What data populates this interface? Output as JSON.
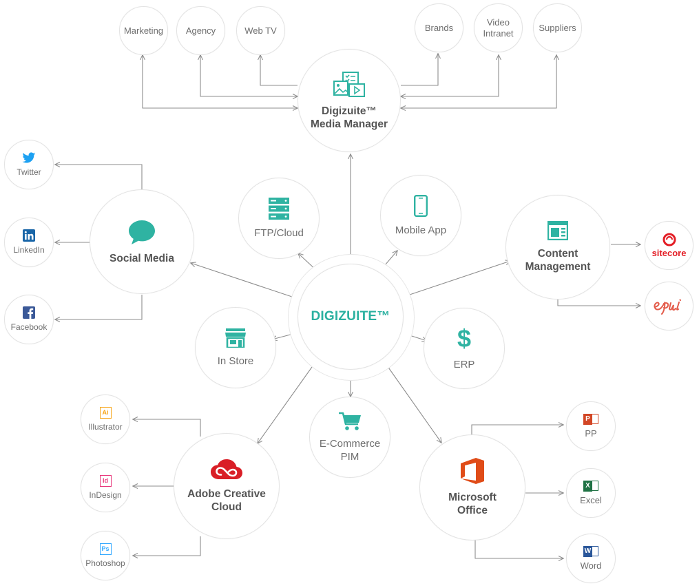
{
  "colors": {
    "line": "#8d8d8d",
    "teal": "#2fb3a2",
    "twitter": "#1da1f2",
    "linkedin": "#1a66a8",
    "facebook": "#3b5998",
    "adobe": "#d91e26",
    "office": "#e04c18",
    "sitecore": "#e31e26",
    "epi": "#e35b4a",
    "excel": "#1f7244",
    "word": "#2b579a",
    "powerpoint": "#d24625"
  },
  "nodes": {
    "marketing": "Marketing",
    "agency": "Agency",
    "webtv": "Web TV",
    "brands": "Brands",
    "video_intranet": "Video\nIntranet",
    "suppliers": "Suppliers",
    "media_manager": "Digizuite™\nMedia Manager",
    "twitter": "Twitter",
    "linkedin": "LinkedIn",
    "facebook": "Facebook",
    "social_media": "Social Media",
    "ftp_cloud": "FTP/Cloud",
    "mobile_app": "Mobile App",
    "content_management": "Content\nManagement",
    "sitecore": "sitecore",
    "digizuite": "DIGIZUITE™",
    "in_store": "In Store",
    "erp": "ERP",
    "ecommerce": "E-Commerce\nPIM",
    "illustrator": "Illustrator",
    "indesign": "InDesign",
    "photoshop": "Photoshop",
    "adobe_cc": "Adobe Creative\nCloud",
    "microsoft_office": "Microsoft\nOffice",
    "pp": "PP",
    "excel": "Excel",
    "word": "Word"
  },
  "icons": {
    "media_manager": "media-library-icon",
    "twitter": "twitter-bird-icon",
    "linkedin": "linkedin-icon",
    "facebook": "facebook-icon",
    "social_media": "speech-bubble-icon",
    "ftp_cloud": "server-icon",
    "mobile_app": "smartphone-icon",
    "content_management": "web-page-icon",
    "in_store": "storefront-icon",
    "erp": "dollar-icon",
    "ecommerce": "shopping-cart-icon",
    "adobe_cc": "creative-cloud-icon",
    "microsoft_office": "office-logo-icon",
    "illustrator": "ai-badge",
    "indesign": "id-badge",
    "photoshop": "ps-badge",
    "pp": "powerpoint-icon",
    "excel": "excel-icon",
    "word": "word-icon"
  },
  "badges": {
    "illustrator": "Ai",
    "indesign": "Id",
    "photoshop": "Ps",
    "pp": "P",
    "excel": "X",
    "word": "W"
  }
}
